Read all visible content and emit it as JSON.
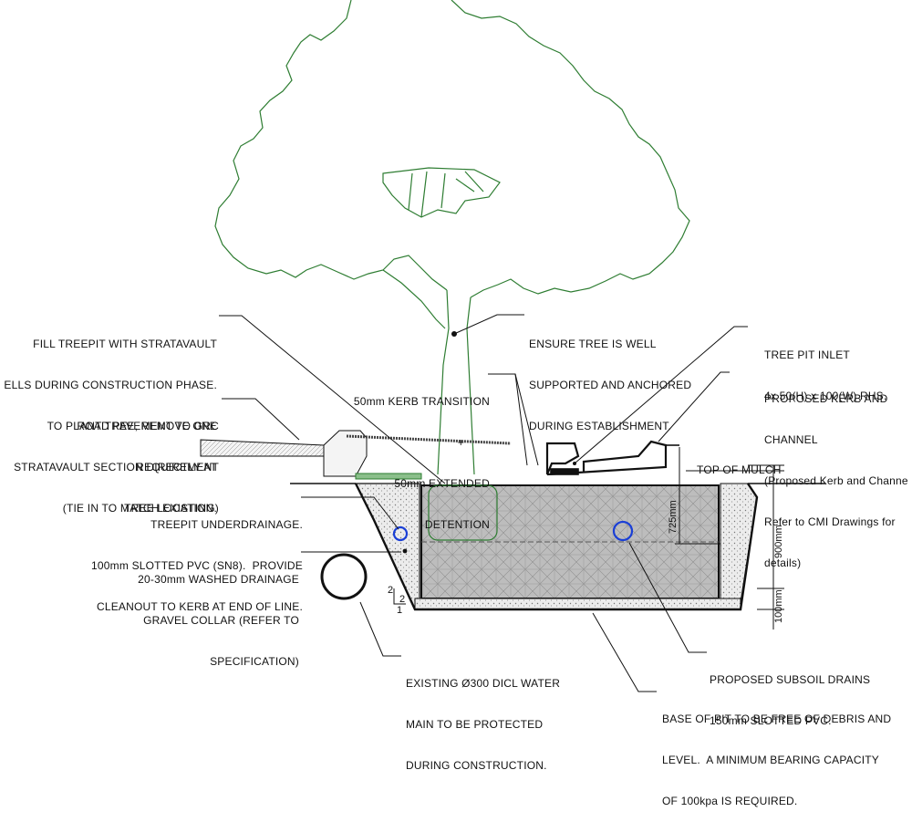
{
  "notes": {
    "fill_treepit": [
      "FILL TREEPIT WITH STRATAVAULT",
      "ELLS DURING CONSTRUCTION PHASE.",
      "TO PLANT TREE, REMOVE ONE",
      "STRATAVAULT SECTION DIRECTLY AT",
      "TREE LOCATION."
    ],
    "road_pavement": [
      "ROAD PAVEMENT TO GRC",
      "REQUIREMENT",
      "(TIE IN TO MATCH EXISTING)"
    ],
    "underdrainage": [
      "TREEPIT UNDERDRAINAGE.",
      "100mm SLOTTED PVC (SN8).  PROVIDE",
      "CLEANOUT TO KERB AT END OF LINE."
    ],
    "gravel": [
      "20-30mm WASHED DRAINAGE",
      "GRAVEL COLLAR (REFER TO",
      "SPECIFICATION)"
    ],
    "water_main": [
      "EXISTING Ø300 DICL WATER",
      "MAIN TO BE PROTECTED",
      "DURING CONSTRUCTION."
    ],
    "ensure_tree": [
      "ENSURE TREE IS WELL",
      "SUPPORTED AND ANCHORED",
      "DURING ESTABLISHMENT."
    ],
    "kerb_transition": [
      "50mm KERB TRANSITION",
      "+",
      "50mm EXTENDED",
      "DETENTION"
    ],
    "inlet": [
      "TREE PIT INLET",
      "4x 50(H) x 100(W) RHS."
    ],
    "kerb_channel": [
      "PROPOSED KERB AND",
      "CHANNEL",
      "(Proposed Kerb and Channe",
      "Refer to CMI Drawings for",
      "details)"
    ],
    "top_mulch": "TOP OF MULCH",
    "subsoil": [
      "PROPOSED SUBSOIL DRAINS",
      "150mm SLOTTED PVC."
    ],
    "base_pit": [
      "BASE OF PIT TO BE FREE OF DEBRIS AND",
      "LEVEL.  A MINIMUM BEARING CAPACITY",
      "OF 100kpa IS REQUIRED."
    ]
  },
  "dimensions": {
    "d725": "725mm",
    "d900": "900mm",
    "d100": "100mm",
    "slope_a": "2",
    "slope_b": "1",
    "slope_c": "2"
  },
  "colors": {
    "tree": "#2e7d32",
    "drain_circle": "#1a3fd6",
    "line": "#111111",
    "gravel_fill": "#d9d9d9",
    "vault_fill": "#b5b5b5"
  }
}
